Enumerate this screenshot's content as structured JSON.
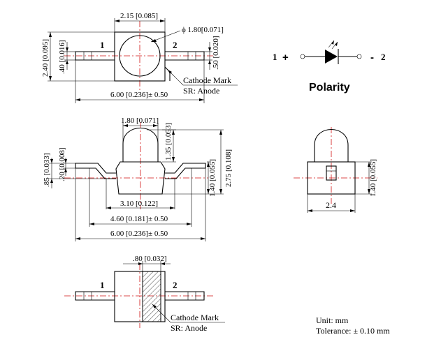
{
  "top_view": {
    "pin1": "1",
    "pin2": "2",
    "dim_body_width": "2.15 [0.085]",
    "dim_lens_dia": "ϕ 1.80[0.071]",
    "dim_height": "2.40 [0.095]",
    "dim_lead_width": ".40 [0.016]",
    "dim_lead_width2": ".50 [0.020]",
    "dim_total_length": "6.00 [0.236]± 0.50",
    "cathode_mark": "Cathode Mark",
    "sr_anode": "SR: Anode"
  },
  "polarity": {
    "pin1": "1",
    "plus": "+",
    "minus": "-",
    "pin2": "2",
    "title": "Polarity"
  },
  "side_view": {
    "dim_dome": "1.80 [0.071]",
    "dim_dome_height": "1.35 [0.053]",
    "dim_total_height": "2.75 [0.108]",
    "dim_body_height": "1.40 [0.055]",
    "dim_lead_offset": ".85 [0.033]",
    "dim_lead_thick": ".20 [0.008]",
    "dim_body_len": "3.10 [0.122]",
    "dim_foot_len": "4.60 [0.181]± 0.50",
    "dim_total_len": "6.00 [0.236]± 0.50"
  },
  "end_view": {
    "dim_width": "2.4",
    "dim_height": "1.40 [0.055]"
  },
  "bottom_view": {
    "pin1": "1",
    "pin2": "2",
    "dim_mark": ".80 [0.032]",
    "cathode_mark": "Cathode Mark",
    "sr_anode": "SR: Anode"
  },
  "notes": {
    "unit": "Unit: mm",
    "tolerance": "Tolerance: ± 0.10 mm"
  }
}
